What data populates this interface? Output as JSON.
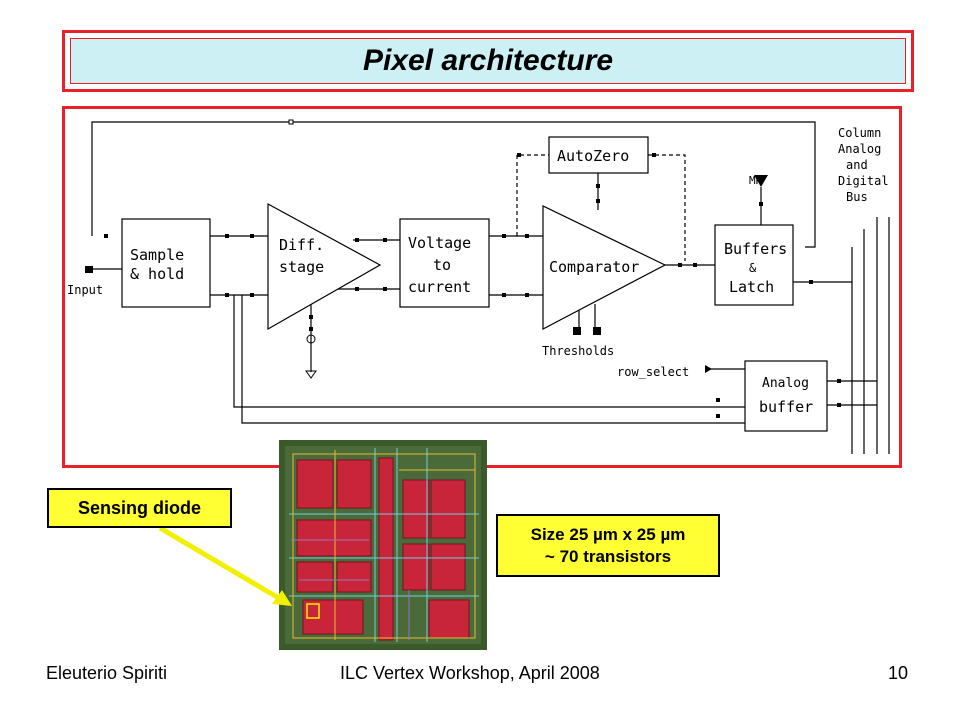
{
  "title": "Pixel architecture",
  "diagram": {
    "blocks": {
      "sample_hold": [
        "Sample",
        "& hold"
      ],
      "diff_stage": [
        "Diff.",
        "stage"
      ],
      "voltage_to_current": [
        "Voltage",
        "to",
        "current"
      ],
      "autozero": "AutoZero",
      "comparator": "Comparator",
      "buffers_latch": [
        "Buffers",
        "&",
        "Latch"
      ],
      "analog_buffer": [
        "Analog",
        "buffer"
      ]
    },
    "labels": {
      "input": "Input",
      "thresholds": "Thresholds",
      "row_select": "row_select",
      "mr": "MR",
      "column_bus": [
        "Column",
        "Analog",
        "and",
        "Digital",
        "Bus"
      ]
    }
  },
  "callouts": {
    "sensing_diode": "Sensing diode",
    "size_line1": "Size 25 µm x  25 µm",
    "size_line2": "~ 70 transistors"
  },
  "footer": {
    "author": "Eleuterio Spiriti",
    "event": "ILC Vertex Workshop, April 2008",
    "page": "10"
  },
  "colors": {
    "frame_red": "#e8202a",
    "title_bg": "#cdf0f4",
    "callout_yellow": "#ffff33",
    "arrow_yellow": "#f0f000"
  }
}
